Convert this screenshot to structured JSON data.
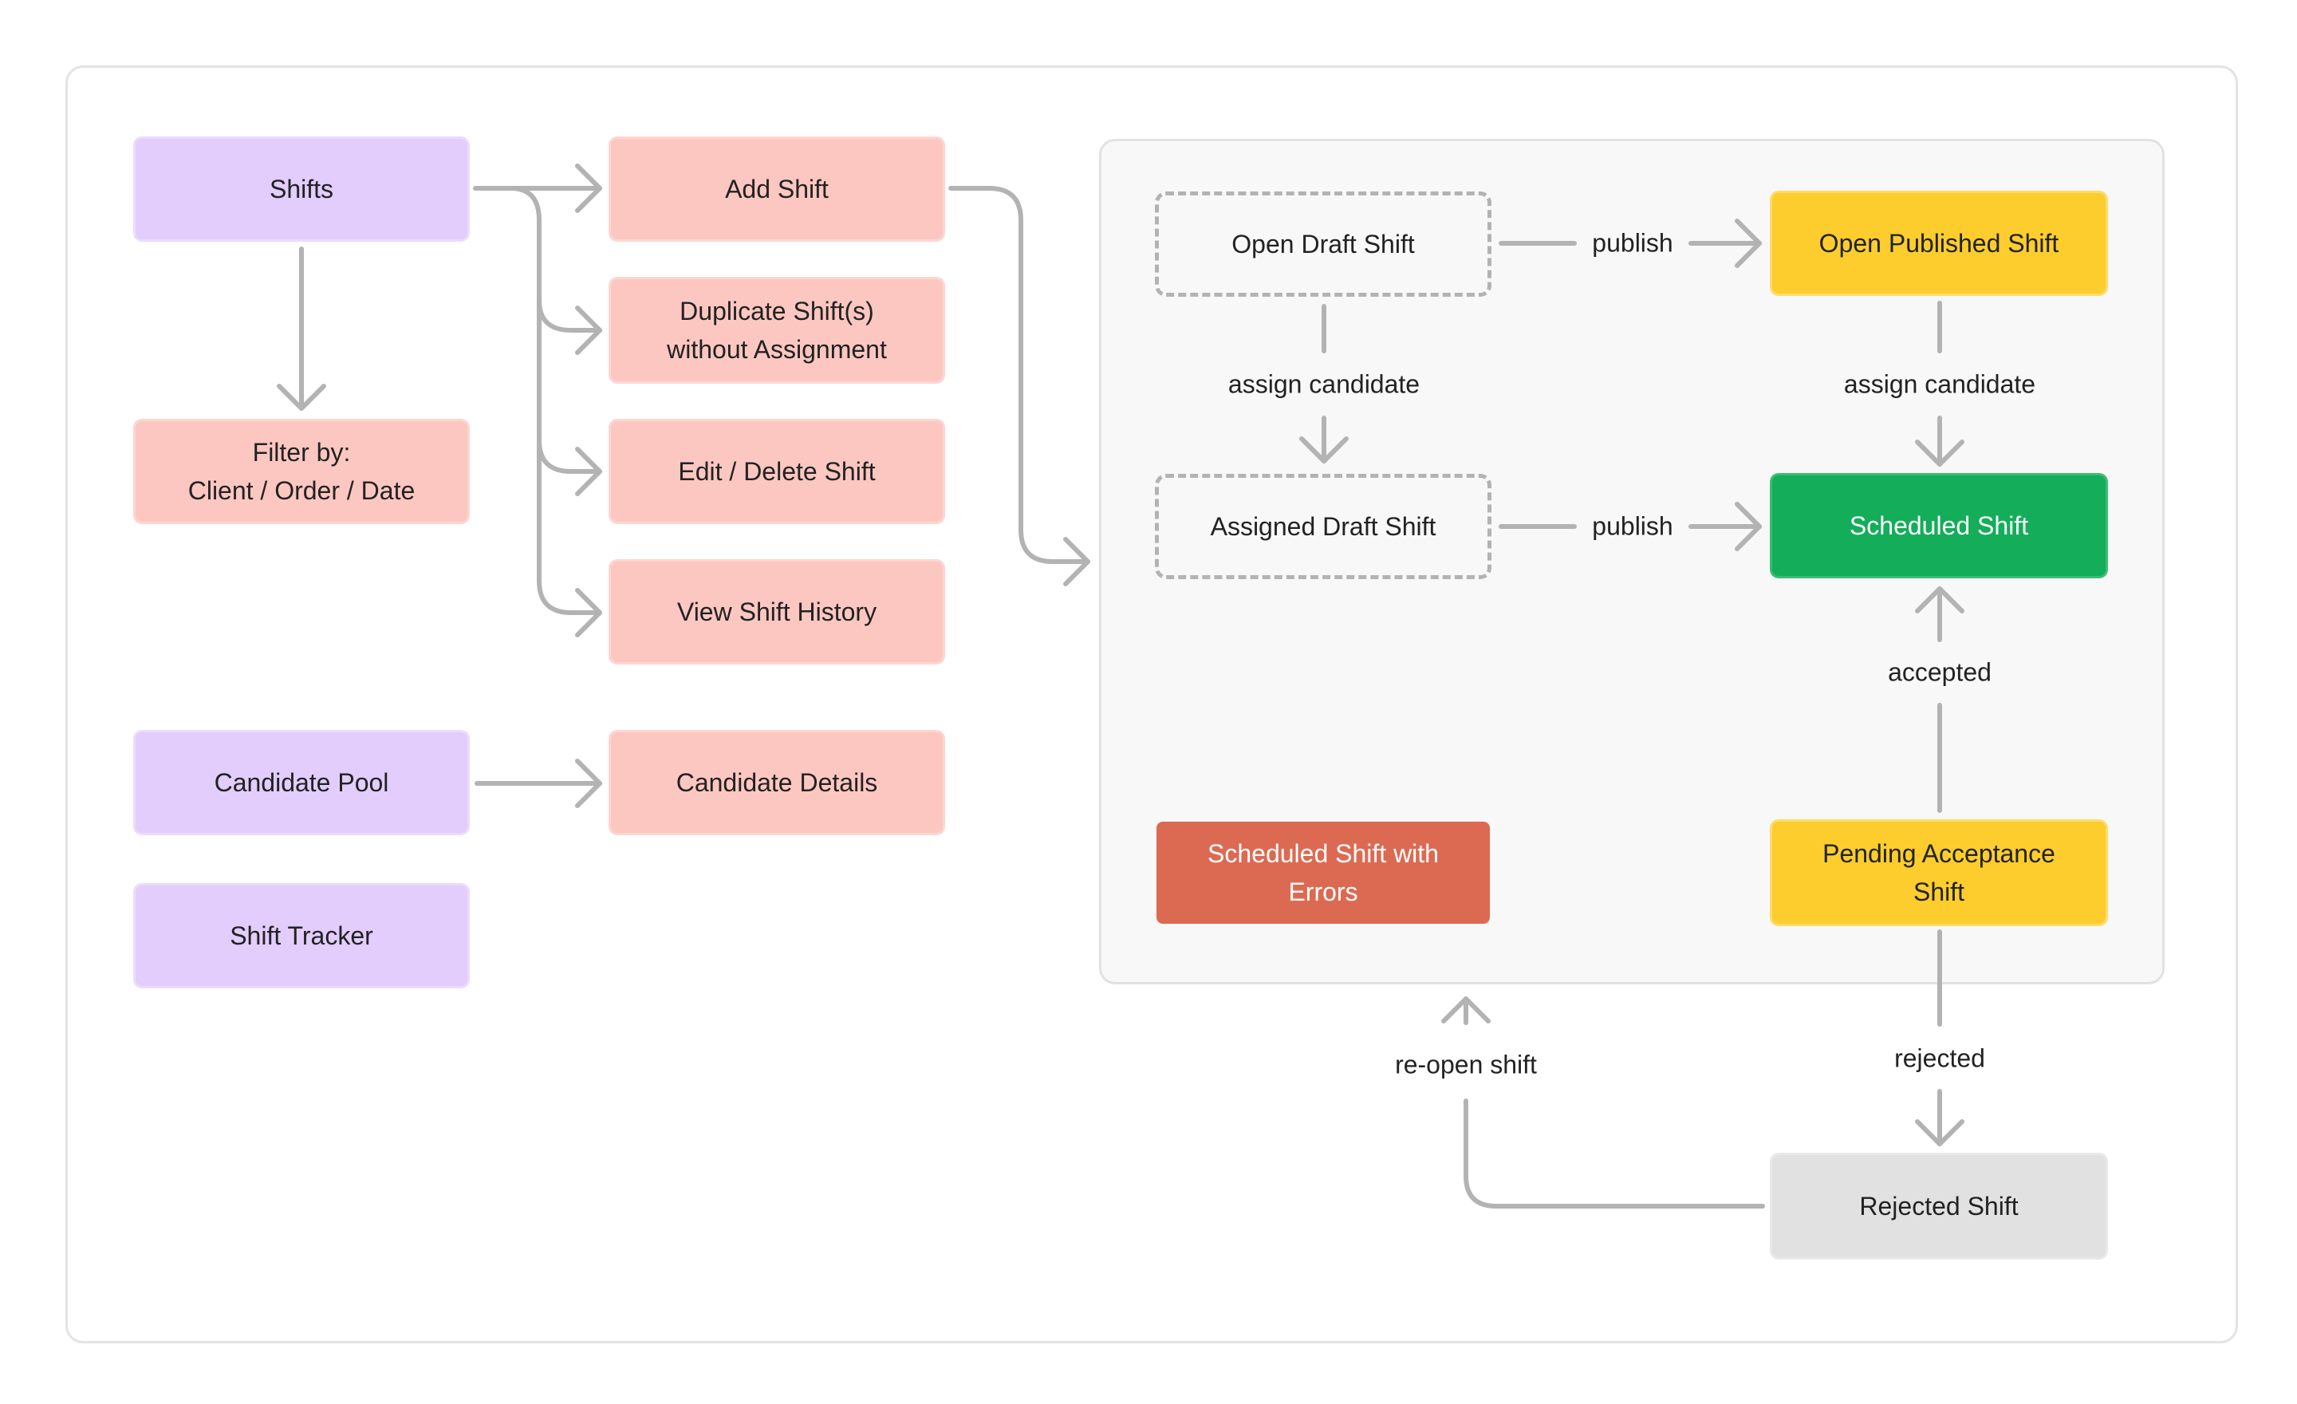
{
  "nodes": {
    "shifts": "Shifts",
    "filter": "Filter by:\nClient / Order / Date",
    "add_shift": "Add Shift",
    "duplicate": "Duplicate Shift(s)\nwithout Assignment",
    "edit_delete": "Edit / Delete Shift",
    "view_history": "View Shift History",
    "candidate_pool": "Candidate Pool",
    "candidate_details": "Candidate Details",
    "shift_tracker": "Shift Tracker",
    "open_draft": "Open Draft Shift",
    "open_published": "Open Published Shift",
    "assigned_draft": "Assigned Draft Shift",
    "scheduled": "Scheduled Shift",
    "scheduled_errors": "Scheduled Shift with\nErrors",
    "pending": "Pending Acceptance\nShift",
    "rejected": "Rejected Shift"
  },
  "edge_labels": {
    "publish_1": "publish",
    "publish_2": "publish",
    "assign_1": "assign candidate",
    "assign_2": "assign candidate",
    "accepted": "accepted",
    "rejected": "rejected",
    "reopen": "re-open shift"
  },
  "colors": {
    "purple": "#e2cdfd",
    "pink": "#fdc7c1",
    "yellow": "#fdcd2d",
    "green": "#14ad5a",
    "red": "#dc6a52",
    "grey": "#e1e1e1",
    "connector": "#b3b3b3"
  }
}
